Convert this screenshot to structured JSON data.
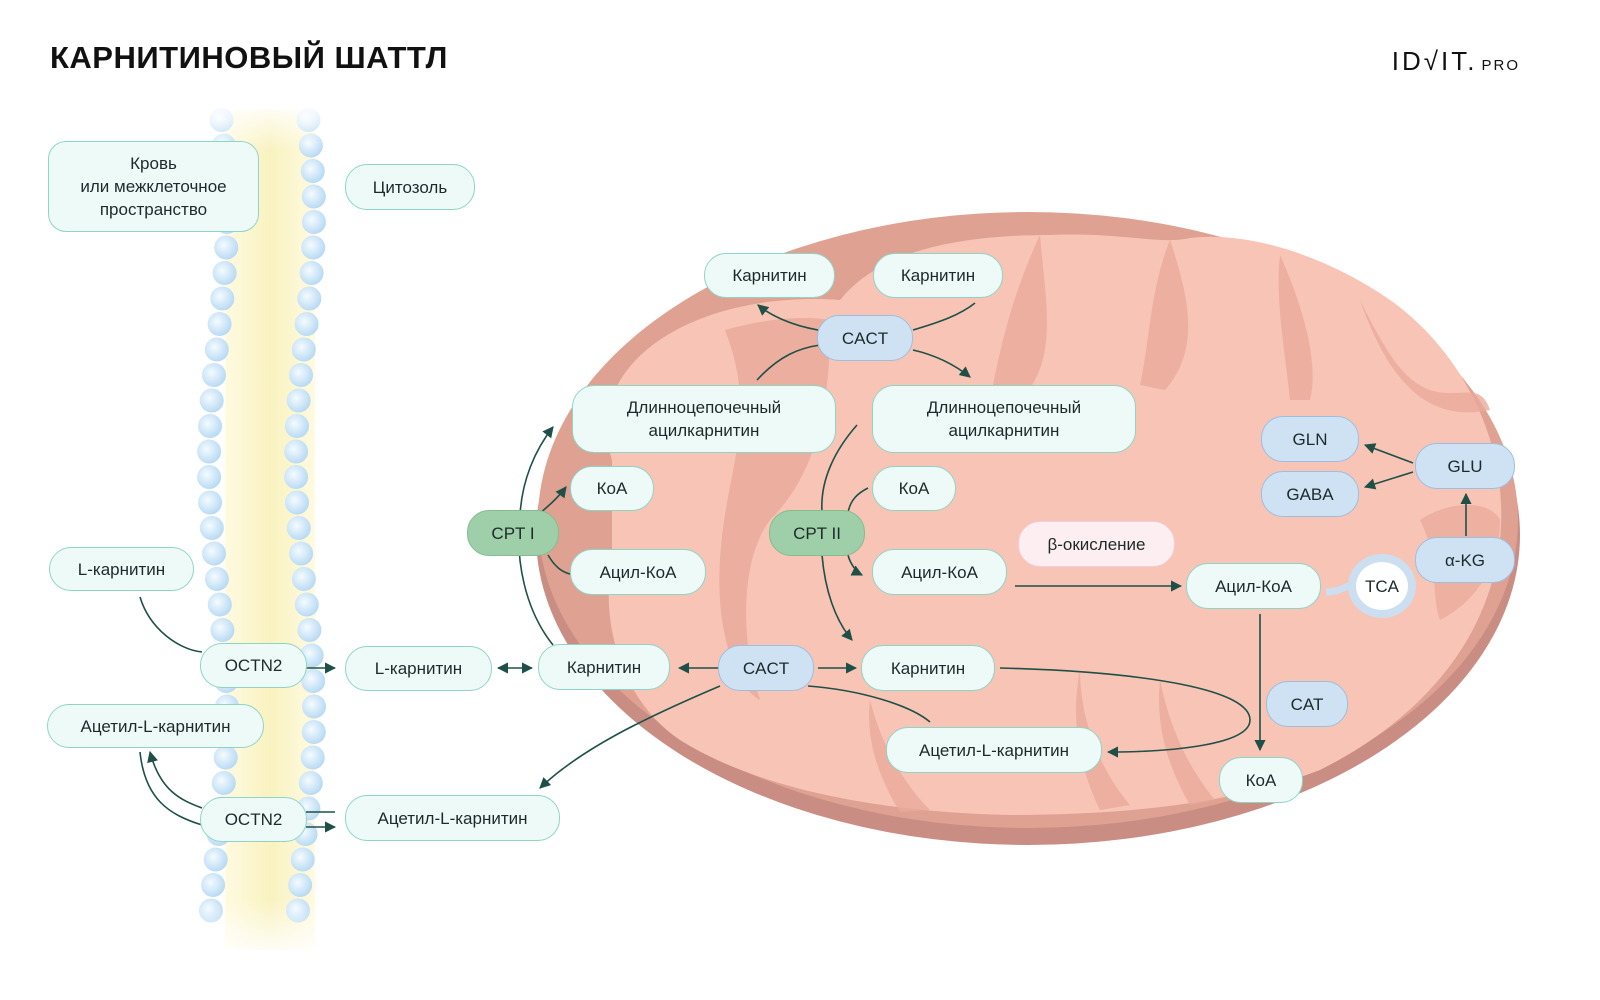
{
  "title": "КАРНИТИНОВЫЙ ШАТТЛ",
  "logo": {
    "main": "ID√IT.",
    "suffix": "PRO"
  },
  "colors": {
    "box_fill": "#eefaf8",
    "box_border": "#8fd5c6",
    "transporter_fill": "#cfe2f4",
    "enzyme_fill": "#9fcfa8",
    "beta_fill": "#fdeef1",
    "arrow": "#1e5048",
    "mito_outer": "#d49487",
    "mito_inner": "#f6c3b4",
    "membrane_bead": "#c7e2f8",
    "membrane_core": "#fbf5c6"
  },
  "labels": {
    "blood": "Кровь\nили межклеточное\nпространство",
    "cytosol": "Цитозоль",
    "l_carnitine_out": "L-карнитин",
    "acetyl_out": "Ацетил-L-карнитин",
    "octn2_top": "OCTN2",
    "octn2_bottom": "OCTN2",
    "l_carnitine_cyt": "L-карнитин",
    "acetyl_cyt": "Ацетил-L-карнитин",
    "carnitine_cyt": "Карнитин",
    "cact_bottom": "CACT",
    "carnitine_mat": "Карнитин",
    "acetyl_mat": "Ацетил-L-карнитин",
    "cpt1": "CPT I",
    "koa_left": "КоА",
    "acyl_koa_left": "Ацил-КоА",
    "lc_acylcarnitine_left": "Длинноцепочечный\nацилкарнитин",
    "carnitine_top_left": "Карнитин",
    "carnitine_top_right": "Карнитин",
    "cact_top": "CACT",
    "lc_acylcarnitine_right": "Длинноцепочечный\nацилкарнитин",
    "cpt2": "CPT II",
    "koa_mid": "КоА",
    "acyl_koa_mid": "Ацил-КоА",
    "beta_ox": "β-окисление",
    "acyl_koa_right": "Ацил-КоА",
    "tca": "TCA",
    "cat": "CAT",
    "koa_bottom": "КоА",
    "gln": "GLN",
    "gaba": "GABA",
    "glu": "GLU",
    "akg": "α-KG"
  }
}
